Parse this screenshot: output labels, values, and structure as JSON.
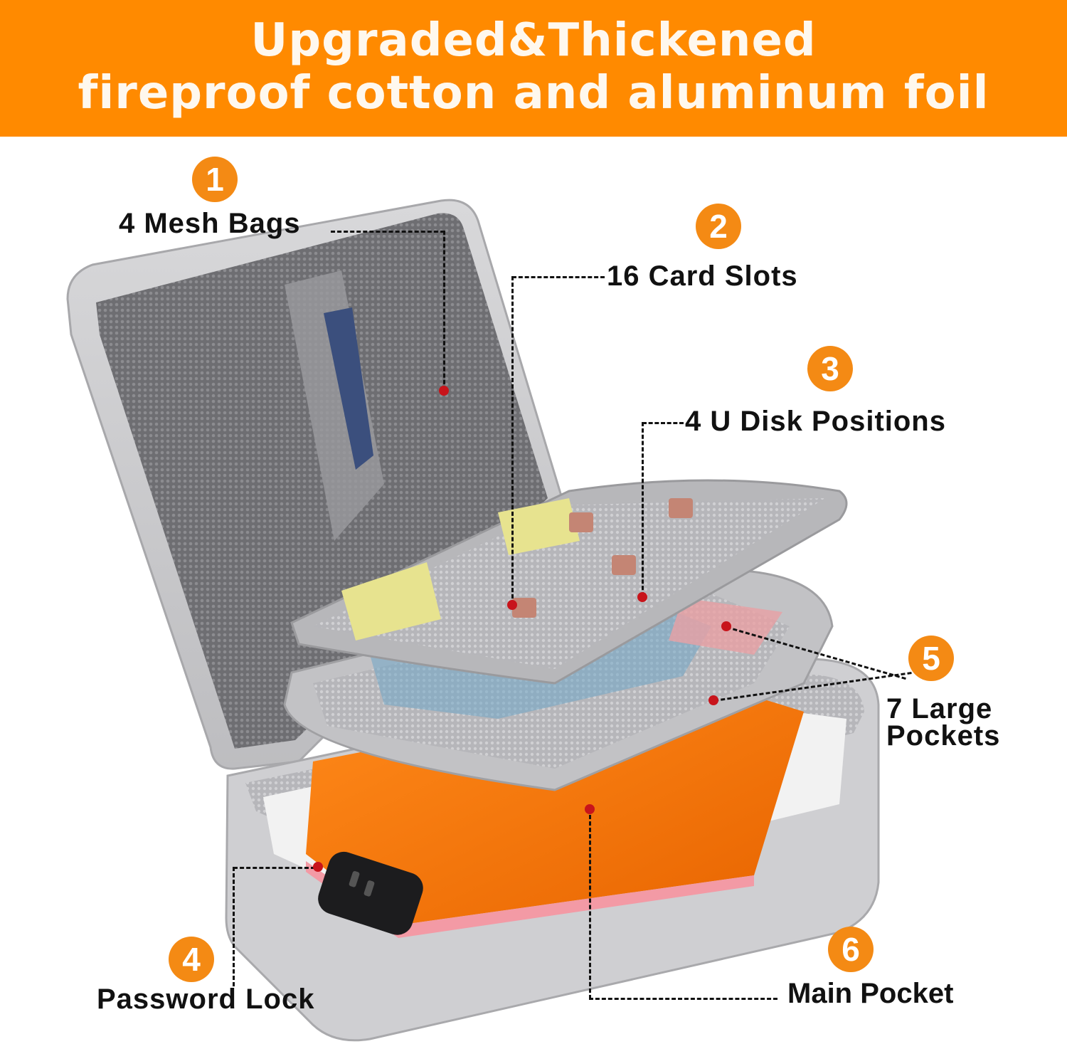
{
  "banner": {
    "line1": "Upgraded&Thickened",
    "line2": "fireproof cotton and aluminum foil",
    "background_color": "#ff8a00",
    "text_color": "#fff8ee"
  },
  "product": {
    "description": "Silver fireproof document bag opened, showing mesh lid pockets, card slot panel, U disk panel, large pockets and orange files in main compartment",
    "accent_color": "#f48a14",
    "marker_color": "#c8141b"
  },
  "callouts": [
    {
      "number": "1",
      "label": "4 Mesh Bags"
    },
    {
      "number": "2",
      "label": "16 Card Slots"
    },
    {
      "number": "3",
      "label": "4 U Disk Positions"
    },
    {
      "number": "4",
      "label": "Password Lock"
    },
    {
      "number": "5",
      "label_line1": "7 Large",
      "label_line2": "Pockets"
    },
    {
      "number": "6",
      "label": "Main Pocket"
    }
  ]
}
